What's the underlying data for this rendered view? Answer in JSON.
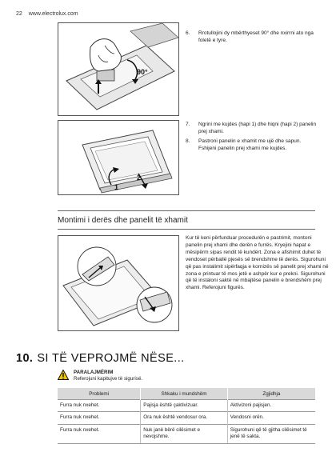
{
  "header": {
    "page_number": "22",
    "website": "www.electrolux.com"
  },
  "steps": [
    {
      "num": "6.",
      "text": "Rrotullojini dy mbërthyeset 90° dhe nxirrni ato nga foletë e tyre."
    },
    {
      "num": "7.",
      "text": "Ngrini me kujdes (hapi 1) dhe hiqni (hapi 2) panelin prej xhami."
    },
    {
      "num": "8.",
      "text": "Pastroni panelin e xhamit me ujë dhe sapun. Fshijeni panelin prej xhami me kujdes."
    }
  ],
  "figure1": {
    "angle_label": "90°"
  },
  "figure2": {
    "step1_label": "1",
    "step2_label": "2"
  },
  "subsection": {
    "title": "Montimi i derës dhe panelit të xhamit",
    "paragraph": "Kur të keni përfunduar procedurën e pastrimit, montoni panelin prej xhami dhe derën e furrës. Kryejini hapat e mësipërm sipas rendit të kundërt. Zona e afishimit duhet të vendoset përballë pjesës së brendshme të derës. Sigurohuni që pas instalimit sipërfaqja e kornizës së panelit prej xhami në zona e printuar të mos jetë e ashpër kur e prekni. Sigurohuni që të instaloni saktë në mbajtëse panelin e brendshëm prej xhami. Referojuni figurës."
  },
  "section": {
    "number": "10.",
    "title": "SI TË VEPROJMË NËSE..."
  },
  "warning": {
    "title": "PARALAJMËRIM",
    "text": "Referojuni kapitujve të sigurisë."
  },
  "table": {
    "headers": [
      "Problemi",
      "Shkaku i mundshëm",
      "Zgjidhja"
    ],
    "rows": [
      [
        "Furra nuk nxehet.",
        "Pajisja është çaktivizuar.",
        "Aktivizoni pajisjen."
      ],
      [
        "Furra nuk nxehet.",
        "Ora nuk është vendosur ora.",
        "Vendosni orën."
      ],
      [
        "Furra nuk nxehet.",
        "Nuk janë bërë cilësimet e nevojshme.",
        "Sigurohuni që të gjitha cilësimet të jenë të sakta."
      ]
    ]
  },
  "colors": {
    "border": "#555555",
    "table_header_bg": "#d9d9d9",
    "warning_yellow": "#f2c200"
  }
}
